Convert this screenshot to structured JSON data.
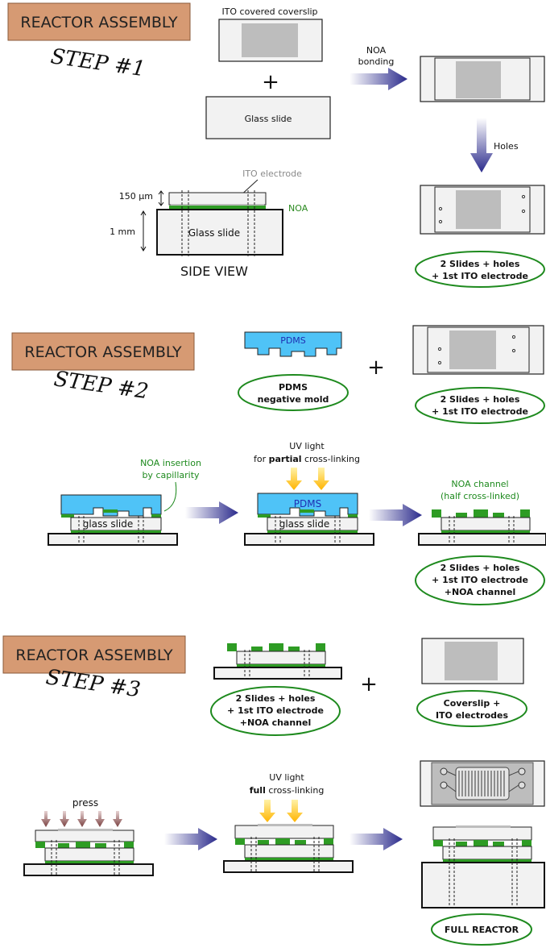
{
  "colors": {
    "banner": "#d69a73",
    "glass": "#f2f2f2",
    "ito": "#bdbdbd",
    "noa": "#2e9c24",
    "noa_text": "#2a8a1f",
    "pdms": "#4fc3f7",
    "pdms_text": "#1f2fb3",
    "arrow_dark": "#2b2b8c",
    "uv": "#ffc21a",
    "label_green": "#1e8a1e",
    "press": "#8a5a5a"
  },
  "step1": {
    "banner": "REACTOR ASSEMBLY",
    "step": "STEP #1",
    "ito_coverslip": "ITO covered coverslip",
    "plus": "+",
    "glass_slide": "Glass slide",
    "arrow_label_1": "NOA",
    "arrow_label_2": "bonding",
    "holes": "Holes",
    "result_line1": "2 Slides + holes",
    "result_line2": "+ 1st ITO electrode",
    "side": {
      "ito_electrode": "ITO electrode",
      "noa": "NOA",
      "thickness_top": "150 µm",
      "thickness_bottom": "1 mm",
      "glass_slide": "Glass slide",
      "title": "SIDE VIEW"
    }
  },
  "step2": {
    "banner": "REACTOR ASSEMBLY",
    "step": "STEP #2",
    "pdms": "PDMS",
    "mold_line1": "PDMS",
    "mold_line2": "negative mold",
    "plus": "+",
    "result_line1": "2 Slides + holes",
    "result_line2": "+ 1st ITO electrode",
    "insertion_line1": "NOA insertion",
    "insertion_line2": "by capillarity",
    "glass_slide_1": "glass slide",
    "uv_line1": "UV light",
    "uv_line2_prefix": "for ",
    "uv_line2_bold": "partial",
    "uv_line2_suffix": " cross-linking",
    "pdms_2": "PDMS",
    "glass_slide_2": "glass slide",
    "channel_line1": "NOA channel",
    "channel_line2": "(half cross-linked)",
    "final_line1": "2 Slides + holes",
    "final_line2": "+ 1st ITO electrode",
    "final_line3": "+NOA channel"
  },
  "step3": {
    "banner": "REACTOR ASSEMBLY",
    "step": "STEP #3",
    "left_line1": "2 Slides + holes",
    "left_line2": "+ 1st ITO electrode",
    "left_line3": "+NOA channel",
    "plus": "+",
    "cover_line1": "Coverslip +",
    "cover_line2": "ITO electrodes",
    "press": "press",
    "uv_line1": "UV light",
    "uv_line2_bold": "full",
    "uv_line2_suffix": " cross-linking",
    "full_reactor": "FULL REACTOR"
  }
}
